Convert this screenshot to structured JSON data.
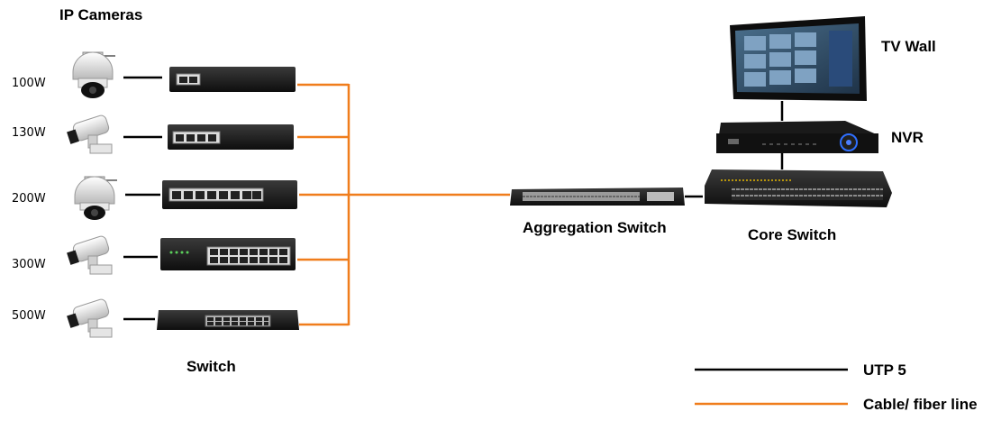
{
  "title": "IP Cameras",
  "camera_watts": [
    "100W",
    "130W",
    "200W",
    "300W",
    "500W"
  ],
  "camera_icons": [
    "dome-camera-icon",
    "bullet-camera-icon",
    "dome-camera-icon",
    "bullet-camera-icon",
    "bullet-camera-icon"
  ],
  "switch_label": "Switch",
  "aggregation_label": "Aggregation Switch",
  "core_label": "Core Switch",
  "nvr_label": "NVR",
  "tvwall_label": "TV Wall",
  "legend": {
    "utp_label": "UTP 5",
    "fiber_label": "Cable/ fiber line",
    "utp_color": "#000000",
    "fiber_color": "#f07d1c"
  }
}
